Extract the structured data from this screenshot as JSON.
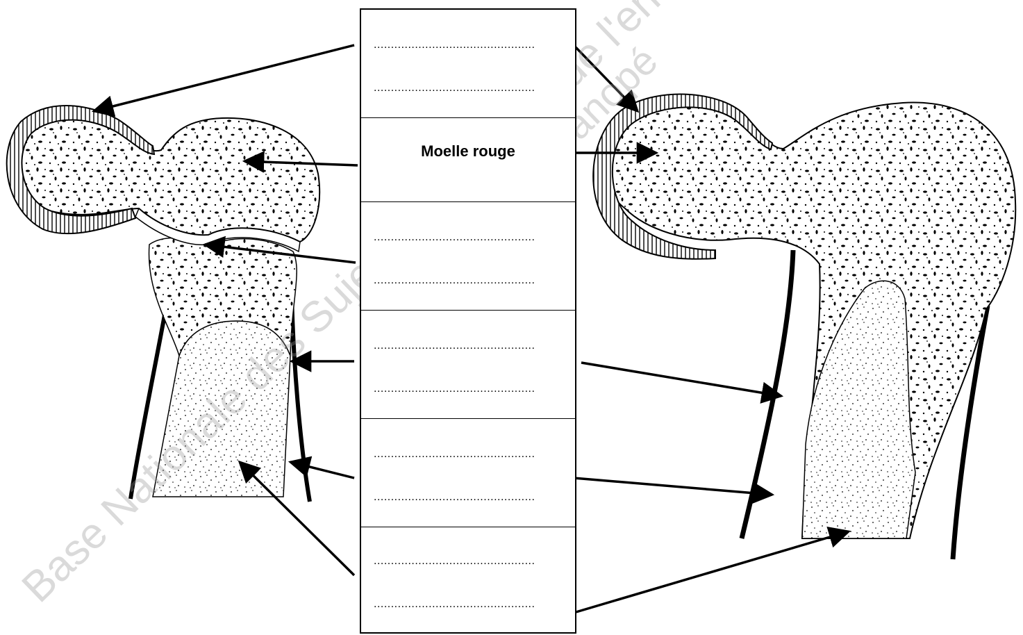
{
  "labels": [
    {
      "lines": [
        "...............................................",
        "..............................................."
      ]
    },
    {
      "text": "Moelle rouge"
    },
    {
      "lines": [
        "...............................................",
        "..............................................."
      ]
    },
    {
      "lines": [
        "...............................................",
        "..............................................."
      ]
    },
    {
      "lines": [
        "...............................................",
        "..............................................."
      ]
    },
    {
      "lines": [
        "...............................................",
        "..............................................."
      ]
    }
  ],
  "watermark": {
    "line1": "Base Nationale des Sujets d'Examens de l'enseignement",
    "line2": "Réseau Canopé"
  },
  "colors": {
    "ink": "#000000",
    "watermark": "#9a9a9a"
  }
}
